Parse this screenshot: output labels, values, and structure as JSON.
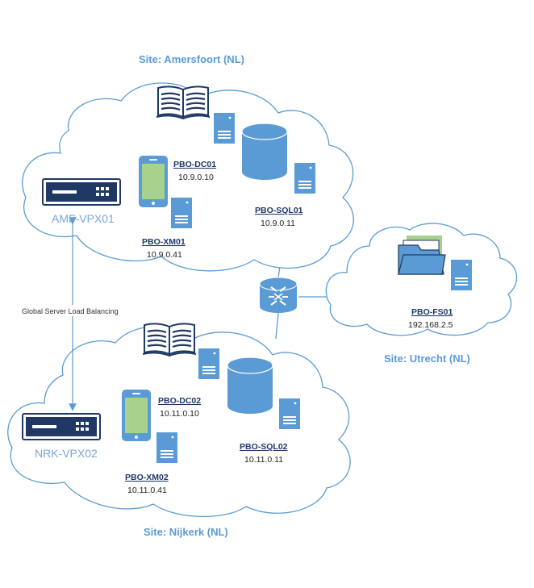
{
  "sites": {
    "amersfoort": "Site: Amersfoort (NL)",
    "nijkerk": "Site: Nijkerk (NL)",
    "utrecht": "Site: Utrecht (NL)"
  },
  "link_label": "Global Server Load Balancing",
  "devices": {
    "amf_vpx": "AMF-VPX01",
    "nrk_vpx": "NRK-VPX02"
  },
  "nodes": {
    "dc01": {
      "name": "PBO-DC01",
      "ip": "10.9.0.10"
    },
    "sql01": {
      "name": "PBO-SQL01",
      "ip": "10.9.0.11"
    },
    "xm01": {
      "name": "PBO-XM01",
      "ip": "10.9.0.41"
    },
    "fs01": {
      "name": "PBO-FS01",
      "ip": "192.168.2.5"
    },
    "dc02": {
      "name": "PBO-DC02",
      "ip": "10.11.0.10"
    },
    "sql02": {
      "name": "PBO-SQL02",
      "ip": "10.11.0.11"
    },
    "xm02": {
      "name": "PBO-XM02",
      "ip": "10.11.0.41"
    }
  },
  "colors": {
    "cloud_stroke": "#5b9bd5",
    "device_blue": "#5b9bd5",
    "device_dark": "#1f3864",
    "phone_screen": "#a9d18e"
  }
}
